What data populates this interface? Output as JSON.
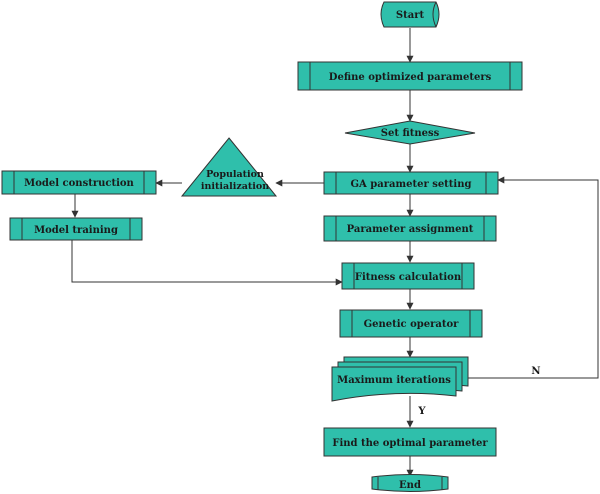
{
  "colors": {
    "node_fill": "#2fbfab",
    "stroke": "#333333",
    "text": "#1a1a1a"
  },
  "nodes": {
    "start": "Start",
    "define": "Define optimized parameters",
    "fitness_set": "Set fitness",
    "ga_setting": "GA parameter setting",
    "population_line1": "Population",
    "population_line2": "initialization",
    "model_construction": "Model construction",
    "model_training": "Model training",
    "param_assign": "Parameter assignment",
    "fitness_calc": "Fitness calculation",
    "genetic": "Genetic operator",
    "max_iter": "Maximum iterations",
    "find_opt": "Find the optimal parameter",
    "end": "End"
  },
  "edge_labels": {
    "no": "N",
    "yes": "Y"
  }
}
